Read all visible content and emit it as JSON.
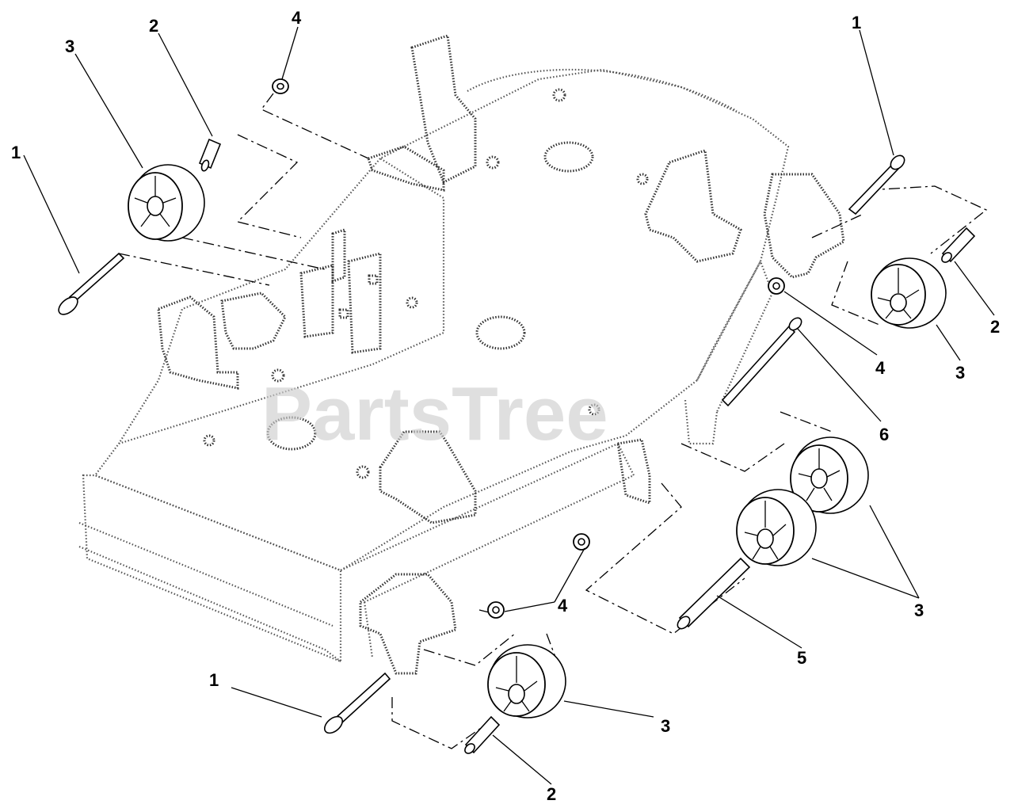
{
  "watermark": {
    "text": "PartsTree"
  },
  "callouts": [
    {
      "id": "c1-top-left",
      "label": "1"
    },
    {
      "id": "c3-top-left",
      "label": "3"
    },
    {
      "id": "c2-top-left",
      "label": "2"
    },
    {
      "id": "c4-top",
      "label": "4"
    },
    {
      "id": "c1-top-right",
      "label": "1"
    },
    {
      "id": "c2-right",
      "label": "2"
    },
    {
      "id": "c4-right",
      "label": "4"
    },
    {
      "id": "c3-right",
      "label": "3"
    },
    {
      "id": "c6-right",
      "label": "6"
    },
    {
      "id": "c3-pair",
      "label": "3"
    },
    {
      "id": "c4-bottom",
      "label": "4"
    },
    {
      "id": "c5-bottom",
      "label": "5"
    },
    {
      "id": "c1-bottom",
      "label": "1"
    },
    {
      "id": "c3-bottom",
      "label": "3"
    },
    {
      "id": "c2-bottom",
      "label": "2"
    }
  ]
}
